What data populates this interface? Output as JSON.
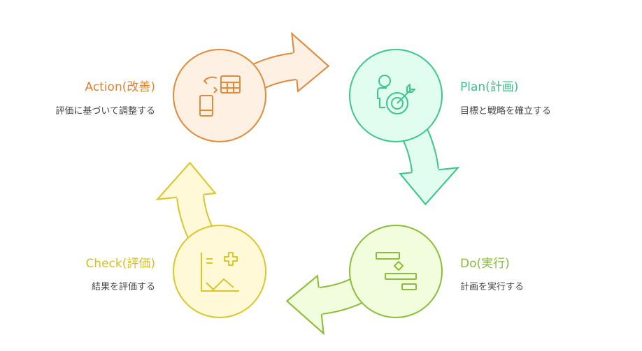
{
  "stages": [
    {
      "key": "action",
      "title": "Action(改善)",
      "description": "評価に基づいて調整する",
      "icon": "swap-device-table-icon",
      "stroke": "#e08a3c",
      "fill": "#fff0e4",
      "text": "#e0822f"
    },
    {
      "key": "plan",
      "title": "Plan(計画)",
      "description": "目標と戦略を確立する",
      "icon": "person-target-icon",
      "stroke": "#3cc68a",
      "fill": "#e0fdf0",
      "text": "#3cbf86"
    },
    {
      "key": "do",
      "title": "Do(実行)",
      "description": "計画を実行する",
      "icon": "gantt-chart-icon",
      "stroke": "#8cbd3a",
      "fill": "#f1fddc",
      "text": "#86b83a"
    },
    {
      "key": "check",
      "title": "Check(評価)",
      "description": "結果を評価する",
      "icon": "chart-plus-icon",
      "stroke": "#dcc52a",
      "fill": "#fff9d8",
      "text": "#d6bf22"
    }
  ]
}
